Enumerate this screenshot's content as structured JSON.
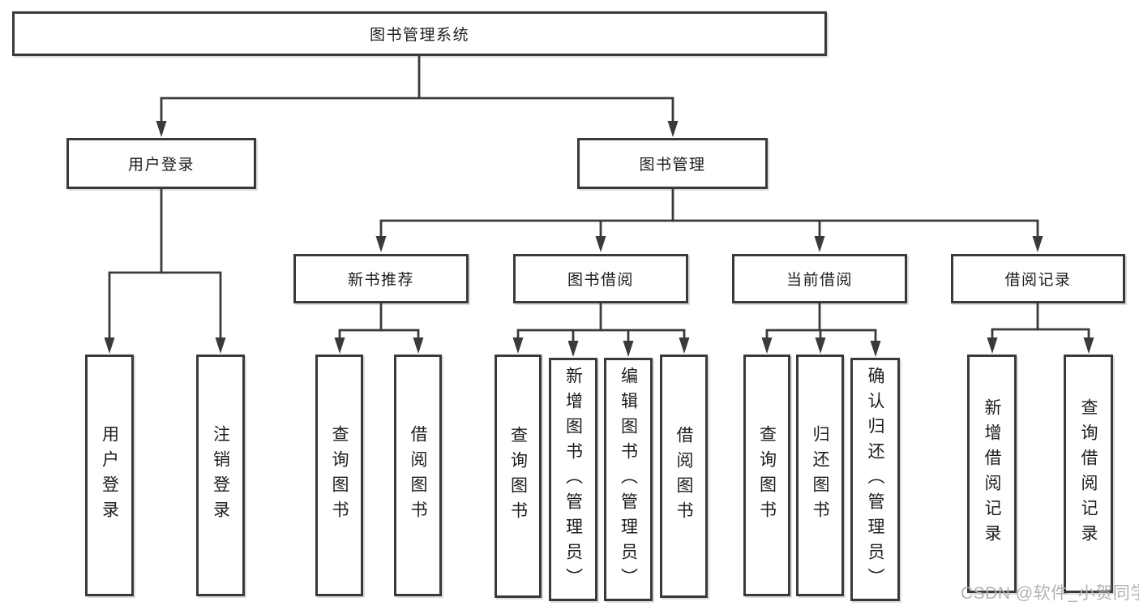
{
  "diagram": {
    "title": "图书管理系统",
    "level2": {
      "user_login": "用户登录",
      "book_mgmt": "图书管理"
    },
    "level3": {
      "recommend": "新书推荐",
      "borrow": "图书借阅",
      "current": "当前借阅",
      "records": "借阅记录"
    },
    "leaves": {
      "user_login": [
        "用户登录",
        "注销登录"
      ],
      "recommend": [
        "查询图书",
        "借阅图书"
      ],
      "borrow": [
        "查询图书",
        "新增图书（管理员）",
        "编辑图书（管理员）",
        "借阅图书"
      ],
      "current": [
        "查询图书",
        "归还图书",
        "确认归还（管理员）"
      ],
      "records": [
        "新增借阅记录",
        "查询借阅记录"
      ]
    }
  },
  "watermark": "CSDN @软件_小贺同学",
  "colors": {
    "line": "#3a3a3a",
    "text": "#1c1c1c",
    "watermark": "#b3b3b3",
    "background": "#ffffff"
  }
}
